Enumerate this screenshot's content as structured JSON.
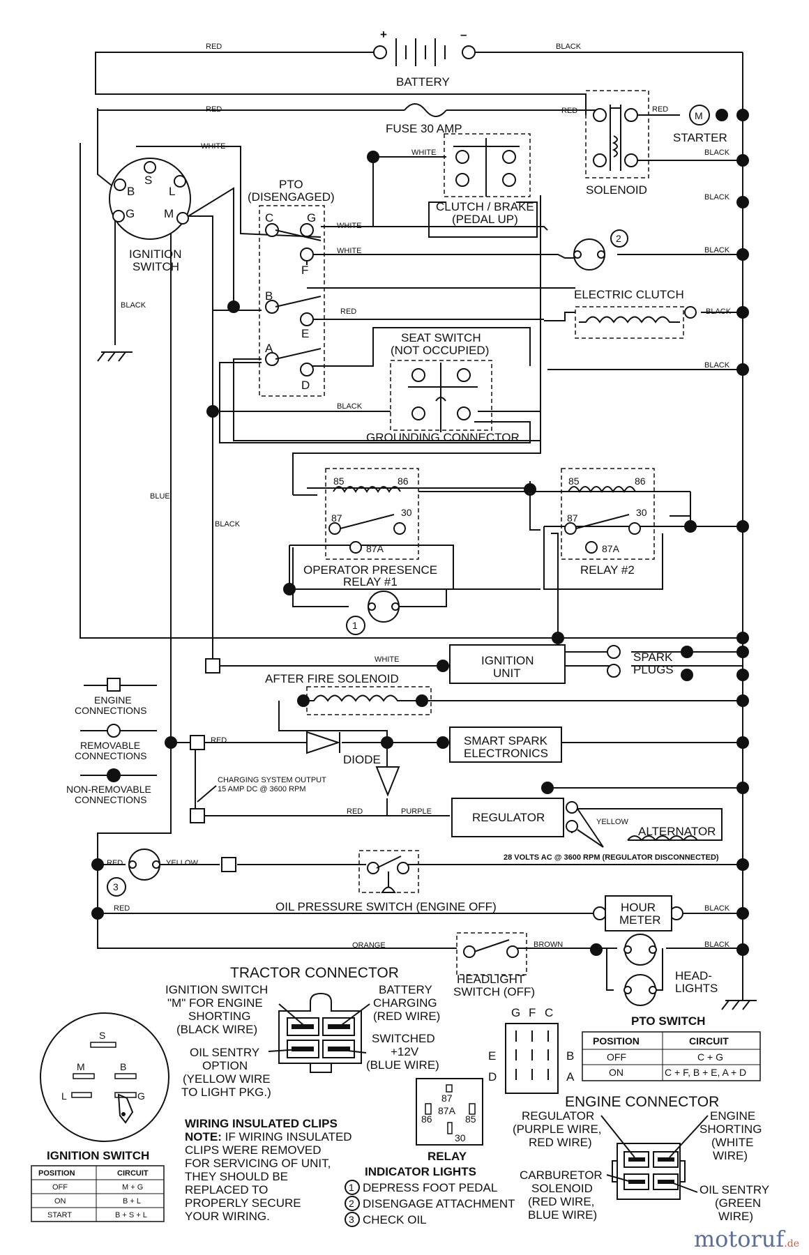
{
  "components": {
    "battery": "BATTERY",
    "fuse": "FUSE 30 AMP",
    "starter": "STARTER",
    "starter_m": "M",
    "solenoid": "SOLENOID",
    "clutch_brake": [
      "CLUTCH / BRAKE",
      "(PEDAL UP)"
    ],
    "ignition_switch": [
      "IGNITION",
      "SWITCH"
    ],
    "pto": [
      "PTO",
      "(DISENGAGED)"
    ],
    "electric_clutch": "ELECTRIC CLUTCH",
    "seat_switch": [
      "SEAT SWITCH",
      "(NOT OCCUPIED)"
    ],
    "grounding_connector": "GROUNDING CONNECTOR",
    "relay1": [
      "OPERATOR PRESENCE",
      "RELAY #1"
    ],
    "relay2": "RELAY #2",
    "ignition_unit": [
      "IGNITION",
      "UNIT"
    ],
    "spark_plugs": [
      "SPARK",
      "PLUGS"
    ],
    "after_fire": "AFTER FIRE SOLENOID",
    "diode": "DIODE",
    "smart_spark": [
      "SMART SPARK",
      "ELECTRONICS"
    ],
    "charging_note": [
      "CHARGING SYSTEM OUTPUT",
      "15 AMP DC @ 3600 RPM"
    ],
    "regulator": "REGULATOR",
    "alternator": "ALTERNATOR",
    "alt_note": "28 VOLTS AC @ 3600 RPM (REGULATOR DISCONNECTED)",
    "oil_pressure": "OIL PRESSURE SWITCH (ENGINE OFF)",
    "hour_meter": [
      "HOUR",
      "METER"
    ],
    "headlight_switch": [
      "HEADLIGHT",
      "SWITCH (OFF)"
    ],
    "headlights": [
      "HEAD-",
      "LIGHTS"
    ]
  },
  "terminals": {
    "ign": [
      "S",
      "B",
      "L",
      "G",
      "M"
    ],
    "pto": [
      "C",
      "G",
      "F",
      "B",
      "E",
      "A",
      "D"
    ],
    "relay": [
      "85",
      "86",
      "87",
      "30",
      "87A"
    ],
    "indicator": [
      "1",
      "2",
      "3"
    ]
  },
  "wires": {
    "red": "RED",
    "black": "BLACK",
    "white": "WHITE",
    "blue": "BLUE",
    "yellow": "YELLOW",
    "purple": "PURPLE",
    "orange": "ORANGE",
    "brown": "BROWN"
  },
  "legend": {
    "engine": [
      "ENGINE",
      "CONNECTIONS"
    ],
    "removable": [
      "REMOVABLE",
      "CONNECTIONS"
    ],
    "non_removable": [
      "NON-REMOVABLE",
      "CONNECTIONS"
    ]
  },
  "tractor_connector": {
    "title": "TRACTOR CONNECTOR",
    "ign_m": [
      "IGNITION SWITCH",
      "\"M\" FOR ENGINE",
      "SHORTING",
      "(BLACK WIRE)"
    ],
    "battery_charging": [
      "BATTERY",
      "CHARGING",
      "(RED WIRE)"
    ],
    "oil_sentry": [
      "OIL SENTRY",
      "OPTION",
      "(YELLOW WIRE",
      "TO LIGHT PKG.)"
    ],
    "switched": [
      "SWITCHED",
      "+12V",
      "(BLUE WIRE)"
    ]
  },
  "pto_switch_table": {
    "title": "PTO SWITCH",
    "headers": [
      "POSITION",
      "CIRCUIT"
    ],
    "rows": [
      [
        "OFF",
        "C + G"
      ],
      [
        "ON",
        "C + F, B + E, A + D"
      ]
    ],
    "letters": [
      "G",
      "F",
      "C",
      "E",
      "B",
      "D",
      "A"
    ]
  },
  "ignition_switch_table": {
    "title": "IGNITION SWITCH",
    "headers": [
      "POSITION",
      "CIRCUIT"
    ],
    "rows": [
      [
        "OFF",
        "M + G"
      ],
      [
        "ON",
        "B + L"
      ],
      [
        "START",
        "B + S + L"
      ]
    ],
    "letters": [
      "S",
      "M",
      "B",
      "L",
      "G"
    ]
  },
  "relay_pins": {
    "title": "RELAY",
    "pins": [
      "87",
      "87A",
      "86",
      "85",
      "30"
    ]
  },
  "clips_note": [
    "WIRING INSULATED CLIPS",
    "NOTE:",
    " IF WIRING INSULATED",
    "CLIPS WERE REMOVED",
    "FOR SERVICING OF UNIT,",
    "THEY SHOULD BE",
    "REPLACED TO",
    "PROPERLY SECURE",
    "YOUR WIRING."
  ],
  "indicator_lights": {
    "title": "INDICATOR LIGHTS",
    "items": [
      {
        "n": "1",
        "text": "DEPRESS FOOT PEDAL"
      },
      {
        "n": "2",
        "text": "DISENGAGE ATTACHMENT"
      },
      {
        "n": "3",
        "text": "CHECK OIL"
      }
    ]
  },
  "engine_connector": {
    "title": "ENGINE CONNECTOR",
    "regulator": [
      "REGULATOR",
      "(PURPLE WIRE,",
      "RED WIRE)"
    ],
    "shorting": [
      "ENGINE",
      "SHORTING",
      "(WHITE",
      "WIRE)"
    ],
    "carburetor": [
      "CARBURETOR",
      "SOLENOID",
      "(RED WIRE,",
      "BLUE WIRE)"
    ],
    "oil_sentry": [
      "OIL SENTRY",
      "(GREEN",
      "WIRE)"
    ]
  },
  "watermark": {
    "main": "motoruf",
    "suffix": ".de"
  }
}
